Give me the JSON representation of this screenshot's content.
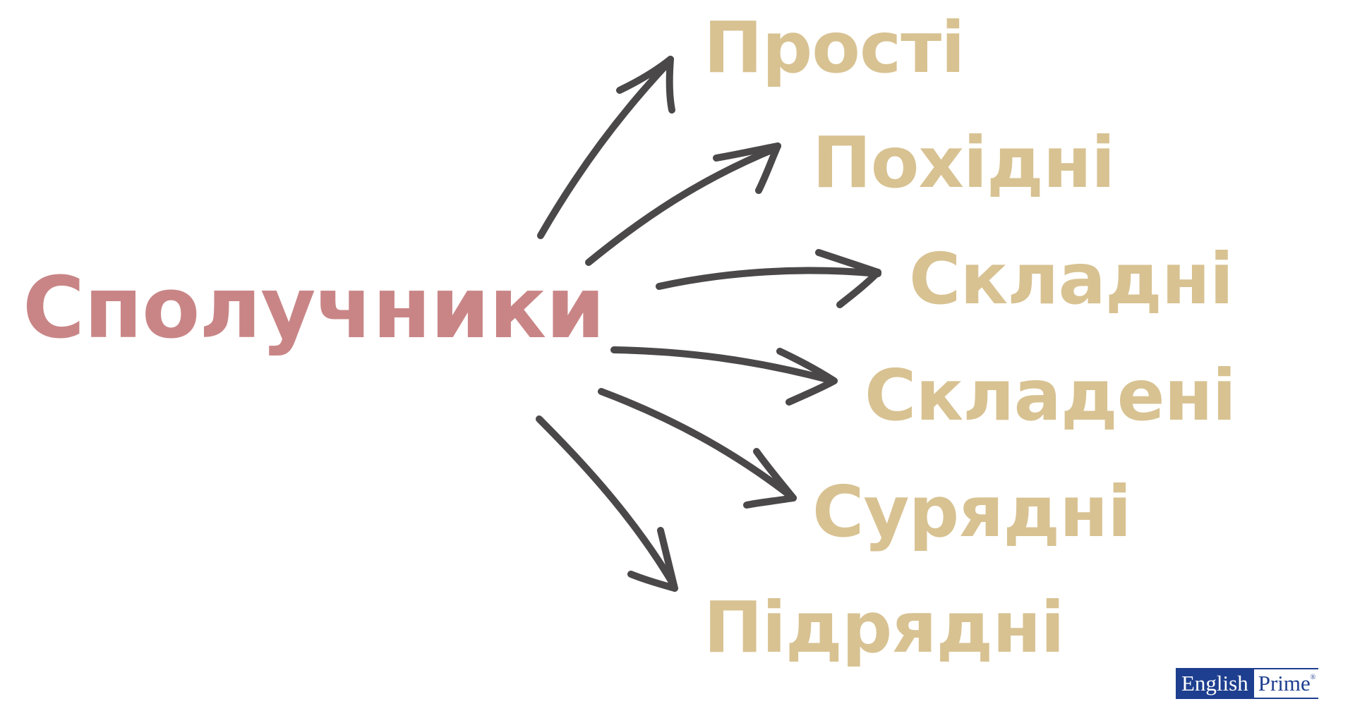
{
  "diagram": {
    "root": "Сполучники",
    "branches": [
      "Прості",
      "Похідні",
      "Складні",
      "Складені",
      "Сурядні",
      "Підрядні"
    ]
  },
  "logo": {
    "left_text": "English",
    "right_text": "Prime",
    "registered_mark": "®"
  },
  "colors": {
    "root": "#c98586",
    "branches": "#d8c292",
    "arrows": "#4a4848",
    "logo_blue": "#1e3f8f"
  }
}
